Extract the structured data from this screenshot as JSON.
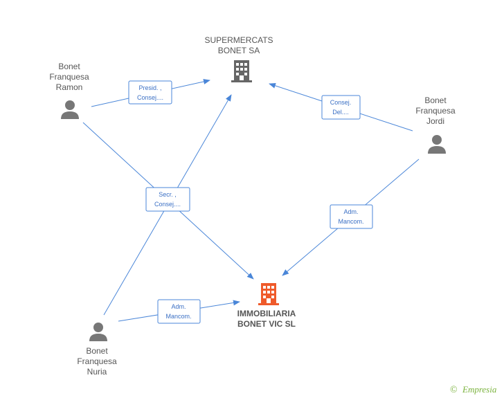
{
  "colors": {
    "edge": "#4a86d8",
    "person": "#777777",
    "company_gray": "#666666",
    "company_highlight": "#ef5a2a",
    "brand": "#7ab23c"
  },
  "nodes": {
    "supermercats": {
      "line1": "SUPERMERCATS",
      "line2": "BONET SA",
      "icon": "building-icon"
    },
    "immobiliaria": {
      "line1": "IMMOBILIARIA",
      "line2": "BONET VIC SL",
      "icon": "building-icon"
    },
    "ramon": {
      "line1": "Bonet",
      "line2": "Franquesa",
      "line3": "Ramon",
      "icon": "person-icon"
    },
    "jordi": {
      "line1": "Bonet",
      "line2": "Franquesa",
      "line3": "Jordi",
      "icon": "person-icon"
    },
    "nuria": {
      "line1": "Bonet",
      "line2": "Franquesa",
      "line3": "Nuria",
      "icon": "person-icon"
    }
  },
  "edges": {
    "ramon_super": {
      "line1": "Presid. ,",
      "line2": "Consej...."
    },
    "jordi_super": {
      "line1": "Consej.",
      "line2": "Del...."
    },
    "secr": {
      "line1": "Secr. ,",
      "line2": "Consej...."
    },
    "jordi_immo": {
      "line1": "Adm.",
      "line2": "Mancom."
    },
    "nuria_immo": {
      "line1": "Adm.",
      "line2": "Mancom."
    }
  },
  "footer": {
    "copyright": "©",
    "brand": "Empresia"
  }
}
